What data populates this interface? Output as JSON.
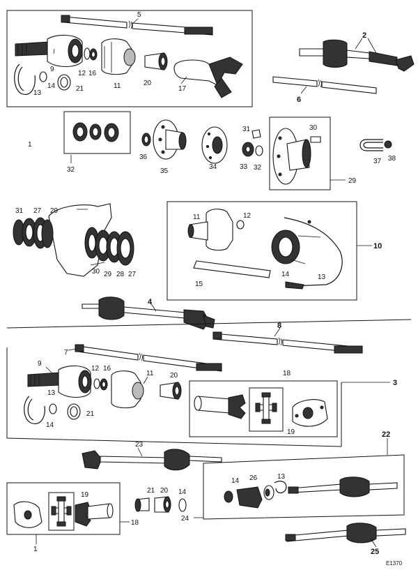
{
  "figure": {
    "code": "E1370"
  },
  "callouts": [
    {
      "id": "c5a",
      "text": "5"
    },
    {
      "id": "c9a",
      "text": "9"
    },
    {
      "id": "c12a",
      "text": "12"
    },
    {
      "id": "c16a",
      "text": "16"
    },
    {
      "id": "c11a",
      "text": "11"
    },
    {
      "id": "c20a",
      "text": "20"
    },
    {
      "id": "c17a",
      "text": "17"
    },
    {
      "id": "c14a",
      "text": "14"
    },
    {
      "id": "c13a",
      "text": "13"
    },
    {
      "id": "c21a",
      "text": "21"
    },
    {
      "id": "c2",
      "text": "2"
    },
    {
      "id": "c6",
      "text": "6"
    },
    {
      "id": "c1",
      "text": "1"
    },
    {
      "id": "c32a",
      "text": "32"
    },
    {
      "id": "c36",
      "text": "36"
    },
    {
      "id": "c35",
      "text": "35"
    },
    {
      "id": "c34",
      "text": "34"
    },
    {
      "id": "c31a",
      "text": "31"
    },
    {
      "id": "c33",
      "text": "33"
    },
    {
      "id": "c32b",
      "text": "32"
    },
    {
      "id": "c30a",
      "text": "30"
    },
    {
      "id": "c29a",
      "text": "29"
    },
    {
      "id": "c37",
      "text": "37"
    },
    {
      "id": "c38",
      "text": "38"
    },
    {
      "id": "c31b",
      "text": "31"
    },
    {
      "id": "c27a",
      "text": "27"
    },
    {
      "id": "c29b",
      "text": "29"
    },
    {
      "id": "c30b",
      "text": "30"
    },
    {
      "id": "c29c",
      "text": "29"
    },
    {
      "id": "c28",
      "text": "28"
    },
    {
      "id": "c27b",
      "text": "27"
    },
    {
      "id": "c11b",
      "text": "11"
    },
    {
      "id": "c12b",
      "text": "12"
    },
    {
      "id": "c10",
      "text": "10"
    },
    {
      "id": "c14b",
      "text": "14"
    },
    {
      "id": "c13b",
      "text": "13"
    },
    {
      "id": "c15",
      "text": "15"
    },
    {
      "id": "c4",
      "text": "4"
    },
    {
      "id": "c8",
      "text": "8"
    },
    {
      "id": "c7",
      "text": "7"
    },
    {
      "id": "c9b",
      "text": "9"
    },
    {
      "id": "c12c",
      "text": "12"
    },
    {
      "id": "c16b",
      "text": "16"
    },
    {
      "id": "c11c",
      "text": "11"
    },
    {
      "id": "c20b",
      "text": "20"
    },
    {
      "id": "c18a",
      "text": "18"
    },
    {
      "id": "c3",
      "text": "3"
    },
    {
      "id": "c13c",
      "text": "13"
    },
    {
      "id": "c14c",
      "text": "14"
    },
    {
      "id": "c21b",
      "text": "21"
    },
    {
      "id": "c19a",
      "text": "19"
    },
    {
      "id": "c22",
      "text": "22"
    },
    {
      "id": "c23",
      "text": "23"
    },
    {
      "id": "c14d",
      "text": "14"
    },
    {
      "id": "c26",
      "text": "26"
    },
    {
      "id": "c13d",
      "text": "13"
    },
    {
      "id": "c19b",
      "text": "19"
    },
    {
      "id": "c21c",
      "text": "21"
    },
    {
      "id": "c20c",
      "text": "20"
    },
    {
      "id": "c14e",
      "text": "14"
    },
    {
      "id": "c18b",
      "text": "18"
    },
    {
      "id": "c24",
      "text": "24"
    },
    {
      "id": "c1b",
      "text": "1"
    },
    {
      "id": "c25",
      "text": "25"
    }
  ]
}
